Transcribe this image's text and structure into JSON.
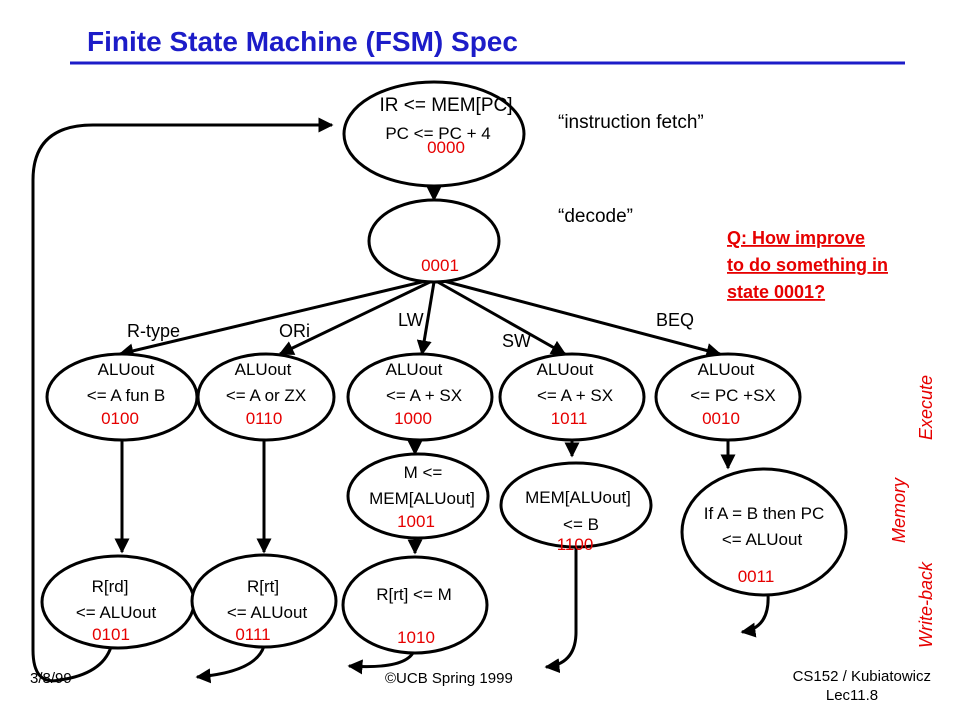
{
  "title": "Finite State Machine (FSM) Spec",
  "states": {
    "fetch": {
      "line1": "IR <= MEM[PC]",
      "line2": "PC <= PC + 4",
      "code": "0000"
    },
    "decode": {
      "code": "0001"
    },
    "rtype_ex": {
      "line1": "ALUout",
      "line2": "<= A fun B",
      "code": "0100"
    },
    "ori_ex": {
      "line1": "ALUout",
      "line2": "<= A or ZX",
      "code": "0110"
    },
    "lw_ex": {
      "line1": "ALUout",
      "line2": "<= A + SX",
      "code": "1000"
    },
    "sw_ex": {
      "line1": "ALUout",
      "line2": "<= A + SX",
      "code": "1011"
    },
    "beq_ex": {
      "line1": "ALUout",
      "line2": "<= PC +SX",
      "code": "0010"
    },
    "lw_mem": {
      "line1": "M <=",
      "line2": "MEM[ALUout]",
      "code": "1001"
    },
    "sw_mem": {
      "line1": "MEM[ALUout]",
      "line2": "<= B",
      "code": "1100"
    },
    "beq_wb": {
      "line1": "If A = B then PC",
      "line2": "<= ALUout",
      "code": "0011"
    },
    "rtype_wb": {
      "line1": "R[rd]",
      "line2": "<= ALUout",
      "code": "0101"
    },
    "ori_wb": {
      "line1": "R[rt]",
      "line2": "<= ALUout",
      "code": "0111"
    },
    "lw_wb": {
      "line1": "R[rt] <= M",
      "code": "1010"
    }
  },
  "branch_labels": {
    "rtype": "R-type",
    "ori": "ORi",
    "lw": "LW",
    "sw": "SW",
    "beq": "BEQ"
  },
  "notes": {
    "fetch": "“instruction fetch”",
    "decode": "“decode”"
  },
  "question": {
    "line1": "Q: How improve",
    "line2": "to do something in",
    "line3": "state 0001?"
  },
  "phases": {
    "execute": "Execute",
    "memory": "Memory",
    "writeback": "Write-back"
  },
  "footer": {
    "date": "3/8/99",
    "copyright": "©UCB Spring 1999",
    "course": "CS152 / Kubiatowicz",
    "lecture": "Lec11.8"
  },
  "colors": {
    "title": "#1c1cc8",
    "accent": "#e60000",
    "rule": "#1c1cc8"
  }
}
